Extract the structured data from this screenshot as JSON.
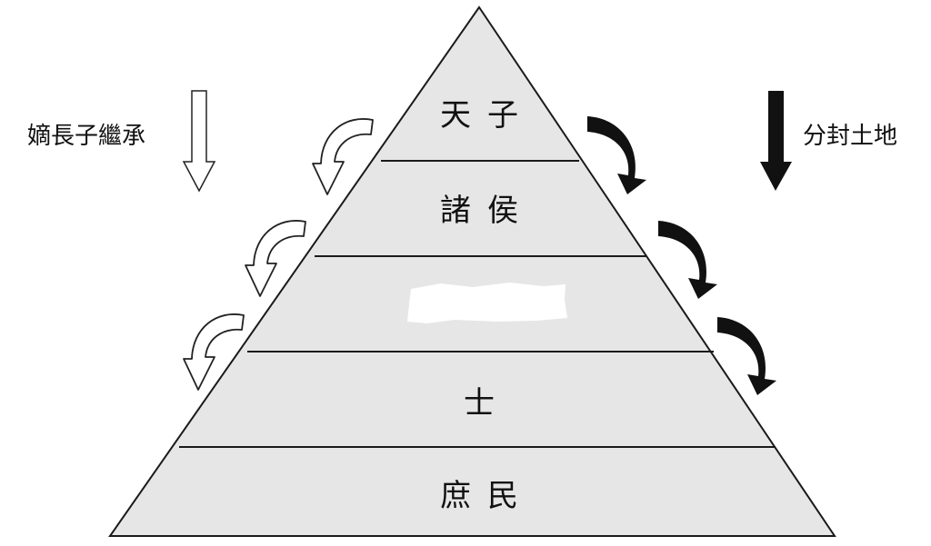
{
  "diagram": {
    "tiers": [
      {
        "label": "天子"
      },
      {
        "label": "諸侯"
      },
      {
        "label": ""
      },
      {
        "label": "士"
      },
      {
        "label": "庶民"
      }
    ],
    "left_label": "嫡長子繼承",
    "right_label": "分封土地",
    "colors": {
      "tier_fill": "#e6e6e6",
      "outline": "#1a1a1a",
      "hidden_patch": "#ffffff",
      "right_arrow": "#111111",
      "left_arrow_fill": "#ffffff"
    }
  }
}
